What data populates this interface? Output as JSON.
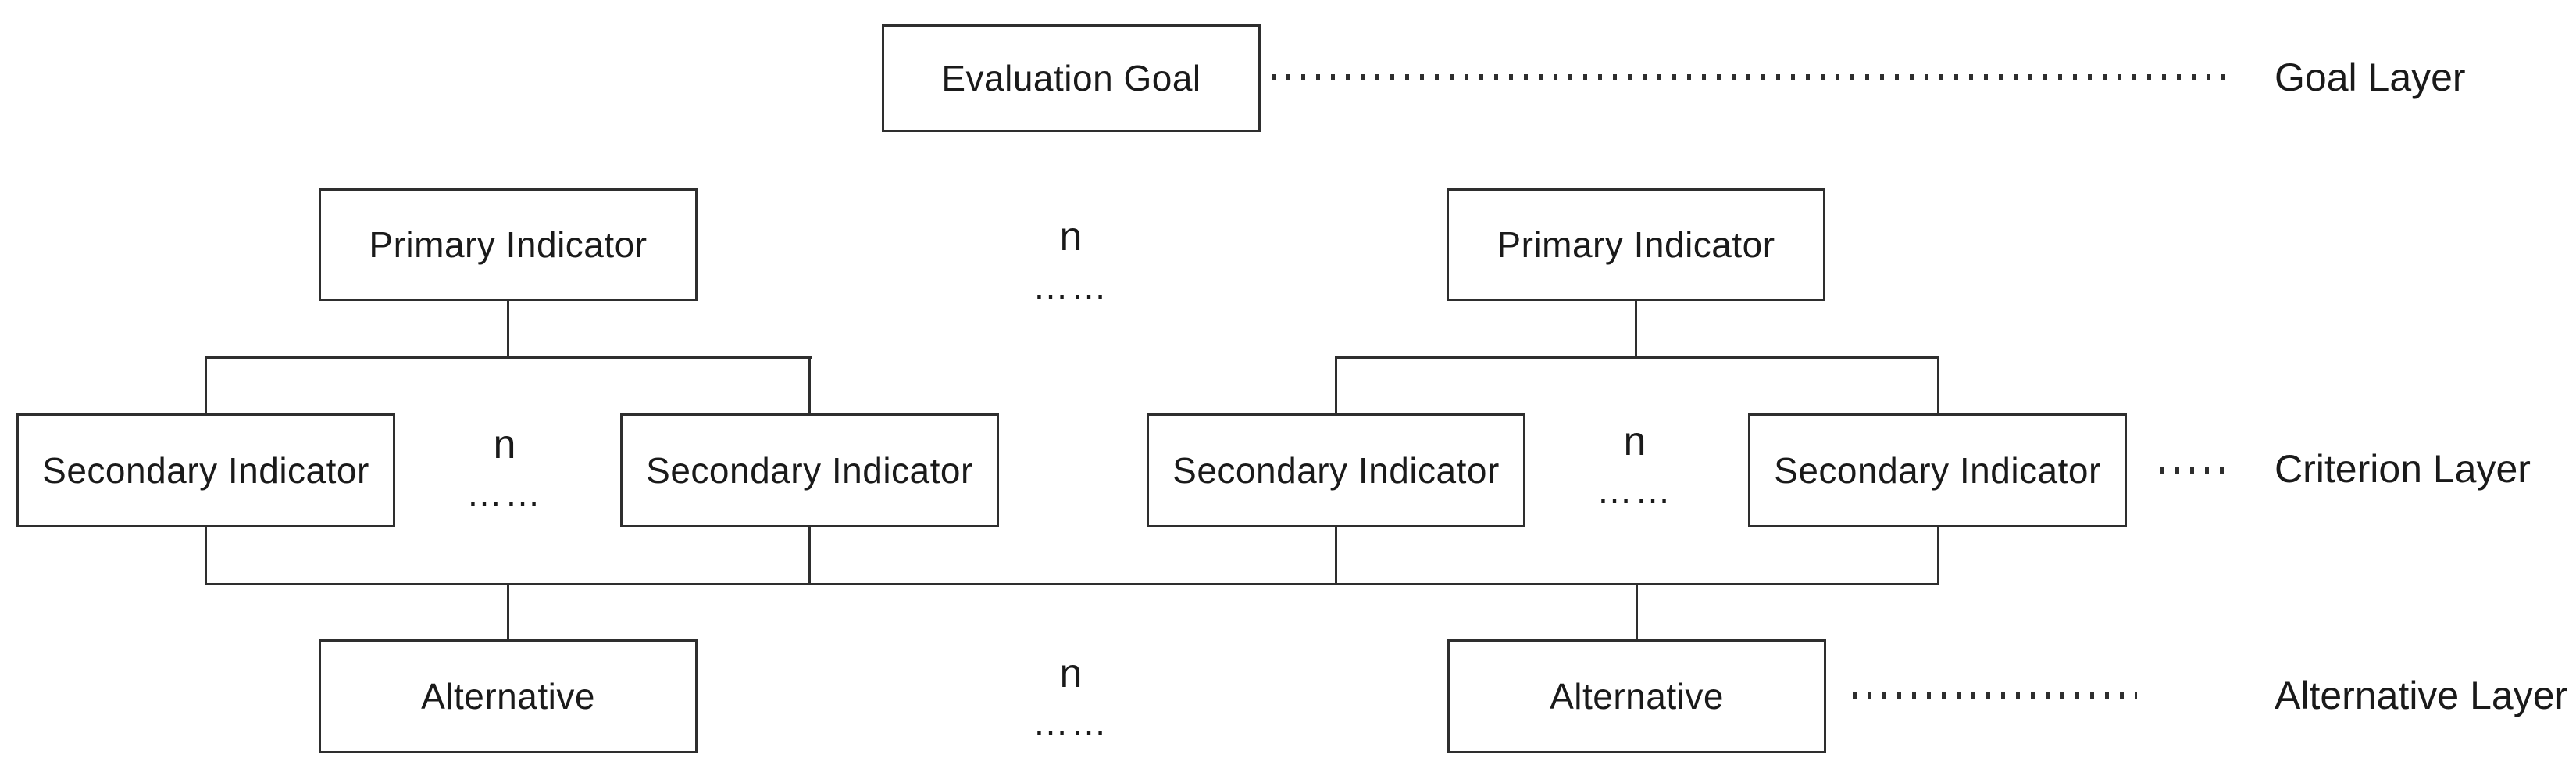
{
  "diagram": {
    "title_context": "Hierarchical evaluation index structure",
    "colors": {
      "background": "#ffffff",
      "line": "#2e2e2e",
      "text": "#1a1a1a"
    },
    "nodes": {
      "goal": {
        "label": "Evaluation Goal"
      },
      "primary_left": {
        "label": "Primary Indicator"
      },
      "primary_right": {
        "label": "Primary Indicator"
      },
      "secondary_1": {
        "label": "Secondary Indicator"
      },
      "secondary_2": {
        "label": "Secondary Indicator"
      },
      "secondary_3": {
        "label": "Secondary Indicator"
      },
      "secondary_4": {
        "label": "Secondary Indicator"
      },
      "alternative_left": {
        "label": "Alternative"
      },
      "alternative_right": {
        "label": "Alternative"
      }
    },
    "separators": {
      "n": "n",
      "dots": "……"
    },
    "layers": {
      "goal": {
        "label": "Goal Layer"
      },
      "criterion": {
        "label": "Criterion Layer"
      },
      "alternative": {
        "label": "Alternative Layer"
      }
    }
  }
}
